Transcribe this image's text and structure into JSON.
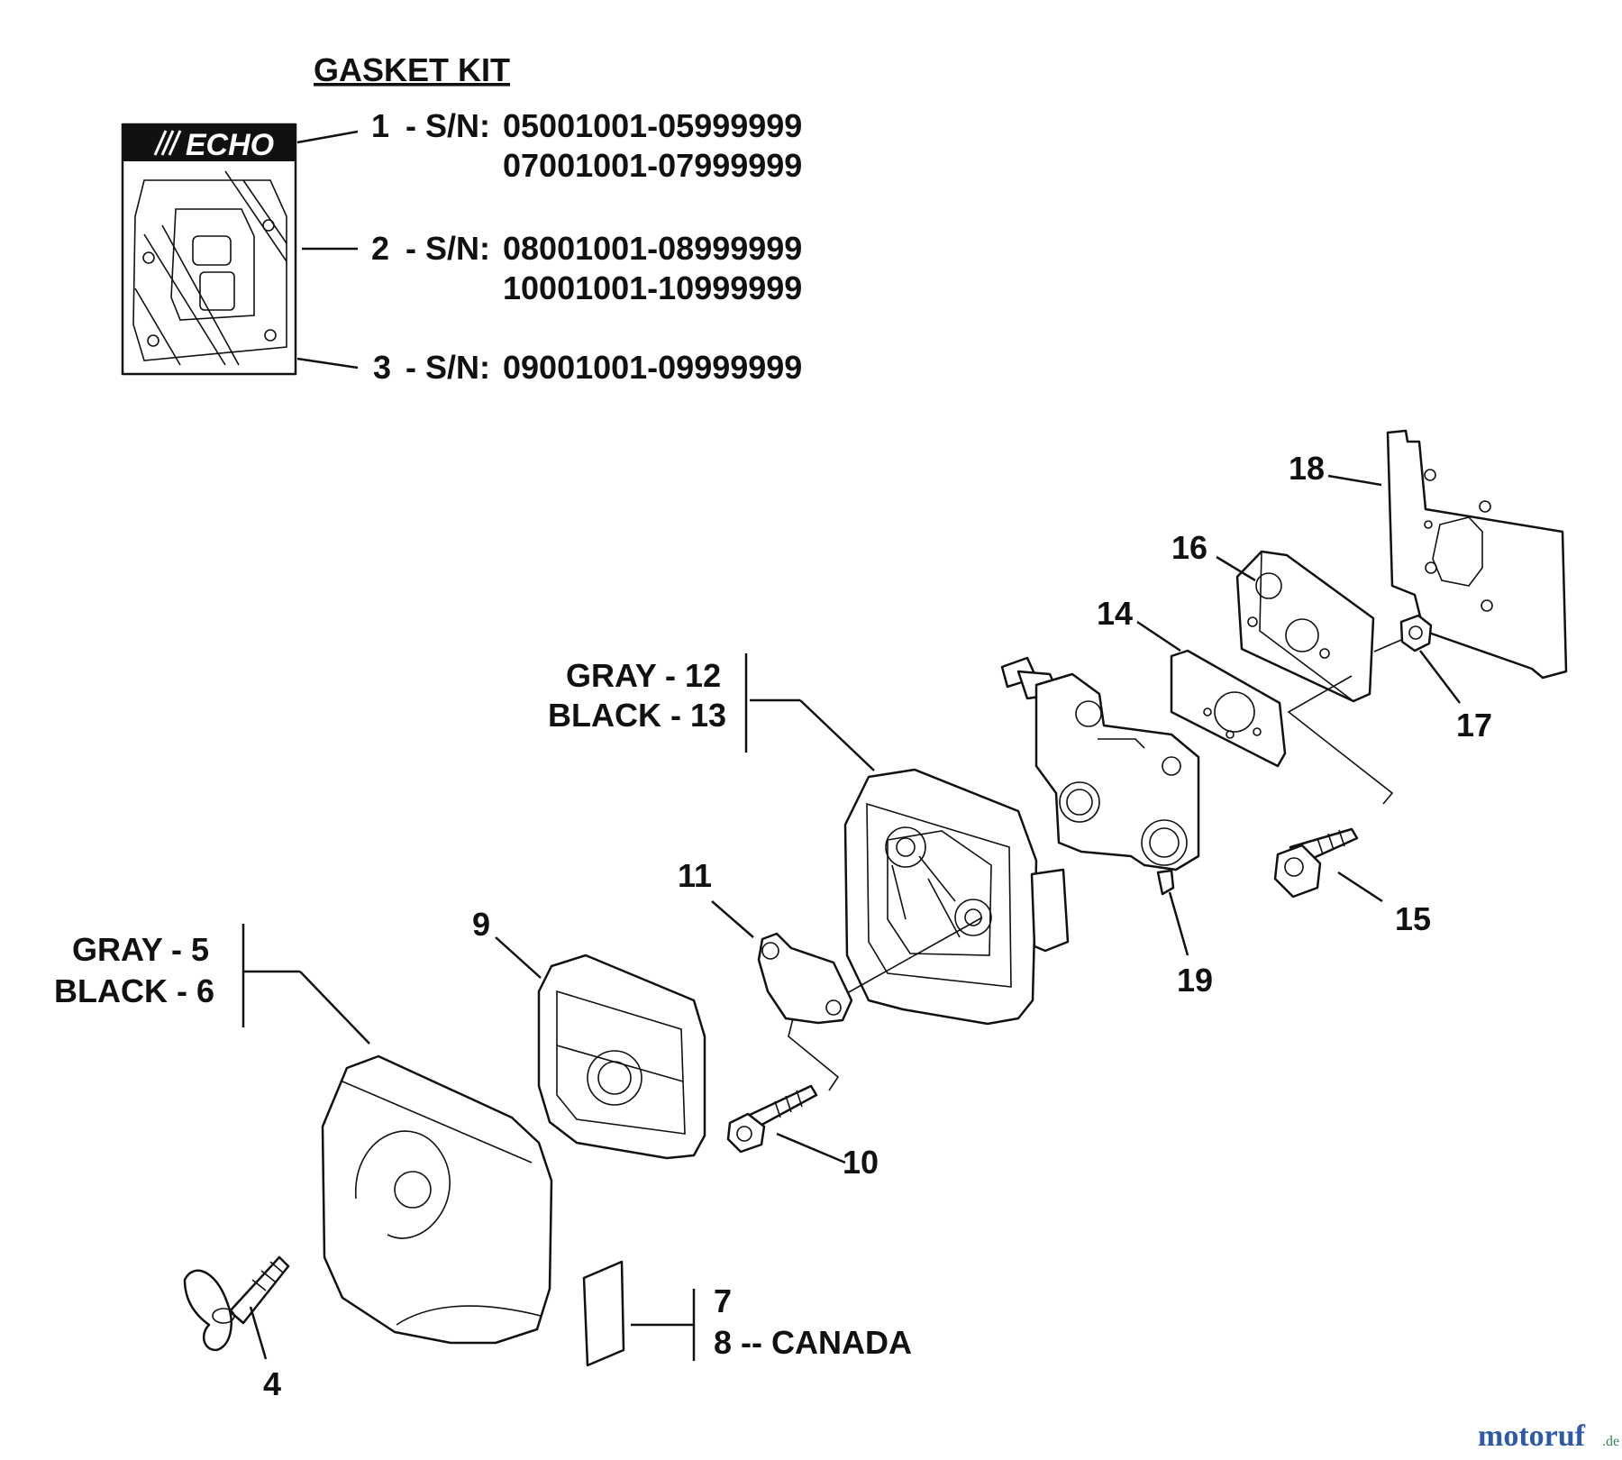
{
  "title": "GASKET KIT",
  "kit_logo": "ECHO",
  "gasket_kit": [
    {
      "num": "1",
      "prefix": "- S/N:",
      "ranges": [
        "05001001-05999999",
        "07001001-07999999"
      ]
    },
    {
      "num": "2",
      "prefix": "- S/N:",
      "ranges": [
        "08001001-08999999",
        "10001001-10999999"
      ]
    },
    {
      "num": "3",
      "prefix": "- S/N:",
      "ranges": [
        "09001001-09999999"
      ]
    }
  ],
  "callouts": {
    "c4": "4",
    "c9": "9",
    "c10": "10",
    "c11": "11",
    "c14": "14",
    "c15": "15",
    "c16": "16",
    "c17": "17",
    "c18": "18",
    "c19": "19",
    "gray12": "GRAY - 12",
    "black13": "BLACK - 13",
    "gray5": "GRAY - 5",
    "black6": "BLACK - 6",
    "c7": "7",
    "c8": "8 -- CANADA"
  },
  "watermark": {
    "text": "motoruf",
    "suffix": ".de"
  },
  "colors": {
    "ink": "#111111",
    "paper": "#ffffff",
    "watermark_red": "#c0392b",
    "watermark_green": "#2e8b57",
    "watermark_blue": "#2e5aa8"
  }
}
